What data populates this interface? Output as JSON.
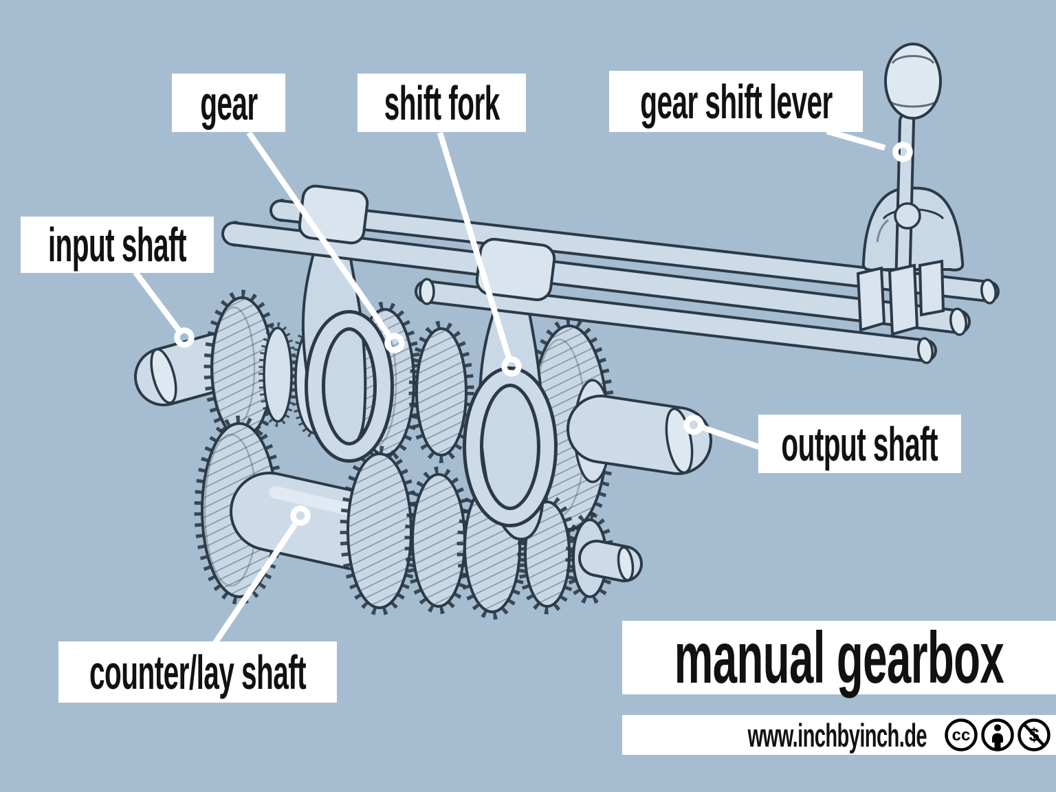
{
  "title": {
    "text": "manual gearbox"
  },
  "labels": {
    "gear": "gear",
    "shift_fork": "shift fork",
    "gear_shift_lever": "gear shift lever",
    "input_shaft": "input shaft",
    "output_shaft": "output shaft",
    "counter_lay_shaft": "counter/lay shaft"
  },
  "footer": {
    "url": "www.inchbyinch.de",
    "icons": [
      {
        "name": "cc-icon",
        "glyph": "cc"
      },
      {
        "name": "attribution-icon",
        "glyph": "person"
      },
      {
        "name": "nc-icon",
        "glyph": "$"
      }
    ]
  },
  "colors": {
    "background": "#a6bdd1",
    "label_background": "#ffffff",
    "label_text": "#111111",
    "artwork_outline": "#2c3a48",
    "artwork_metal": "#c9d8e6",
    "artwork_metal_light": "#dde8f1",
    "leader_line": "#ffffff"
  }
}
